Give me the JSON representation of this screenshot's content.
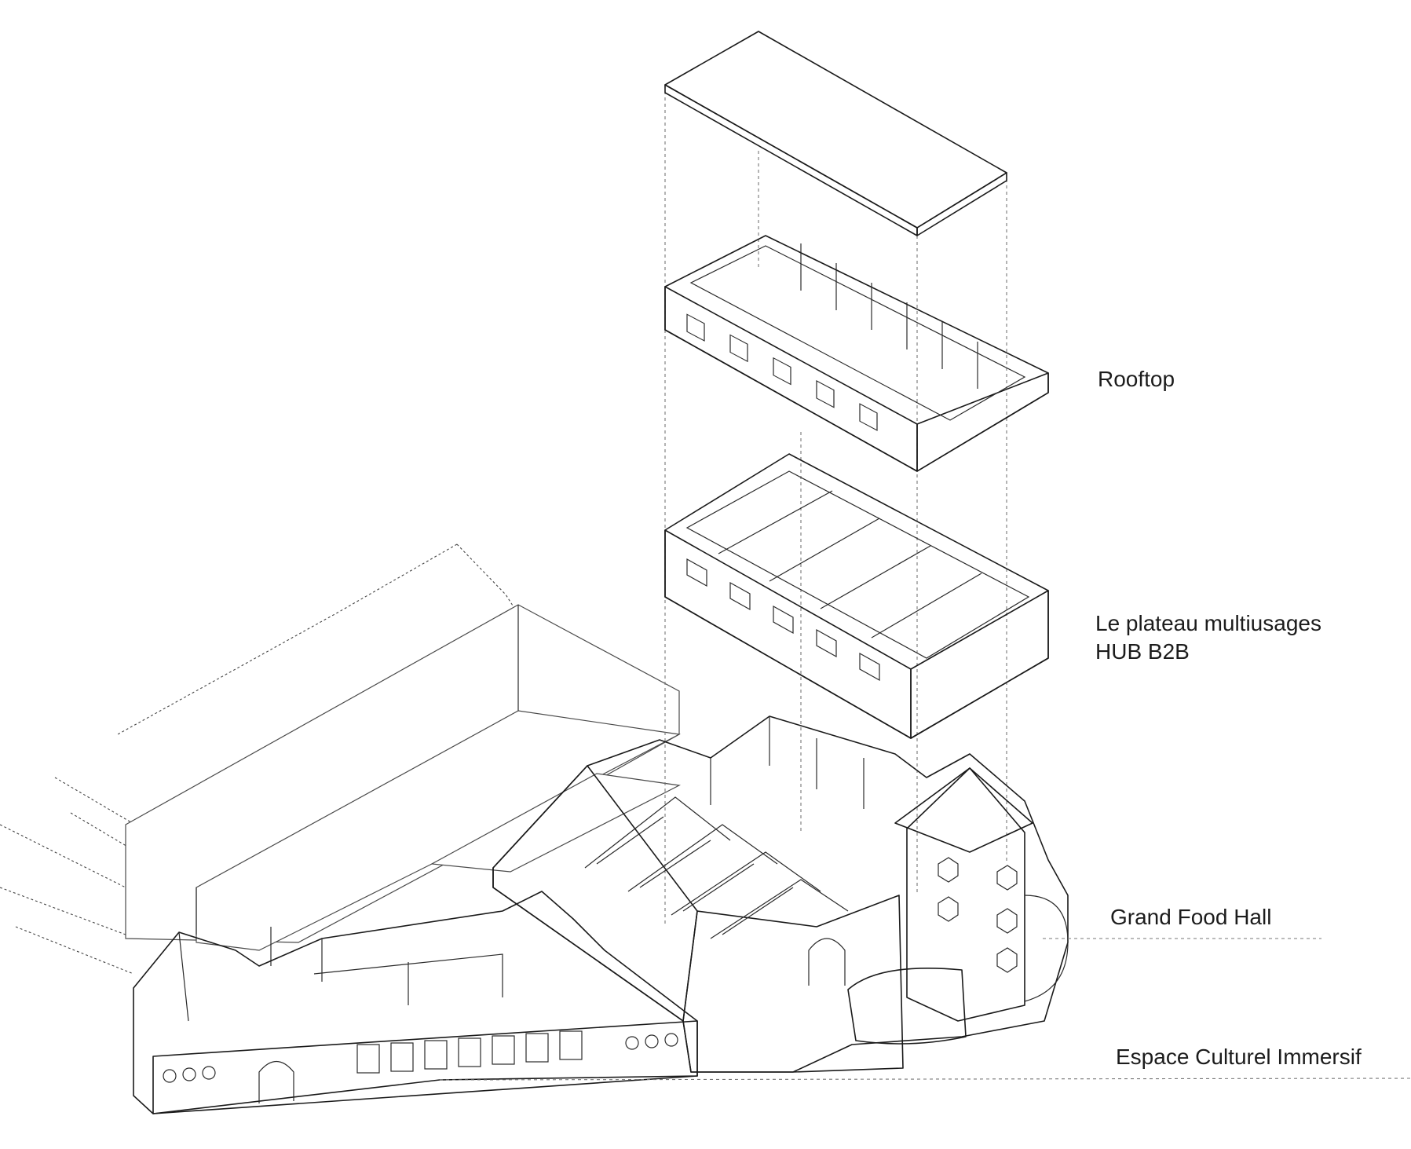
{
  "labels": {
    "rooftop": "Rooftop",
    "plateau_line1": "Le plateau multiusages",
    "plateau_line2": "HUB B2B",
    "food_hall": "Grand Food Hall",
    "espace": "Espace Culturel Immersif"
  },
  "colors": {
    "rooftop": "#a9c08d",
    "plateau": "#e9a27c",
    "food_hall": "#f9cf8f",
    "espace": "#bcc2e6",
    "roof_slab": "#ffffff",
    "line": "#1a1a1a"
  }
}
